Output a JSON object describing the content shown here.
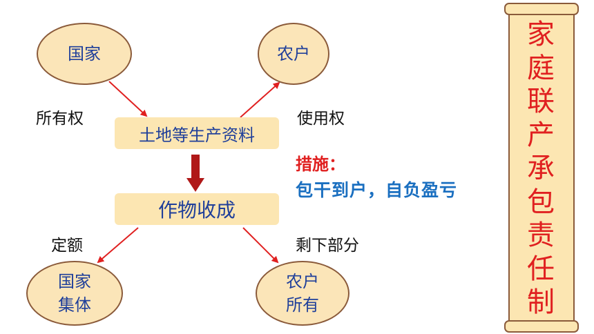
{
  "diagram": {
    "owner_top": "国家",
    "farmer_top": "农户",
    "label_ownership": "所有权",
    "label_usage": "使用权",
    "box_means": "土地等生产资料",
    "box_harvest": "作物收成",
    "measures_title": "措施：",
    "measures_text": "包干到户，自负盈亏",
    "label_quota": "定额",
    "label_remaining": "剩下部分",
    "state_collective_line1": "国家",
    "state_collective_line2": "集体",
    "farmer_owned_line1": "农户",
    "farmer_owned_line2": "所有"
  },
  "scroll": {
    "chars": [
      "家",
      "庭",
      "联",
      "产",
      "承",
      "包",
      "责",
      "任",
      "制"
    ]
  },
  "colors": {
    "ellipse_fill": "#fbe5b8",
    "box_fill": "#fce6b2",
    "arrow_red": "#e02020",
    "down_arrow": "#b01818",
    "node_text_blue": "#1f3f9a",
    "measures_blue": "#1a6fc0",
    "scroll_text_red": "#e02020"
  }
}
